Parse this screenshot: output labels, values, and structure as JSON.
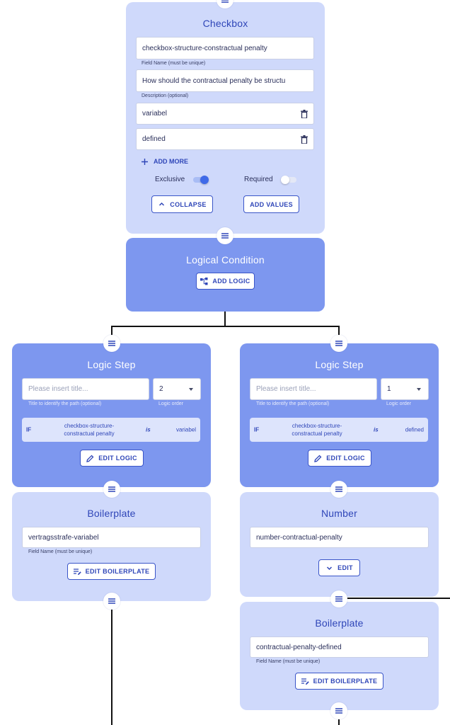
{
  "checkbox_card": {
    "title": "Checkbox",
    "field_name_value": "checkbox-structure-constractual penalty",
    "field_name_helper": "Field Name (must be unique)",
    "description_value": "How should the contractual penalty be structu",
    "description_helper": "Description (optional)",
    "values": [
      "variabel",
      "defined"
    ],
    "add_more_label": "ADD MORE",
    "exclusive_label": "Exclusive",
    "exclusive_on": true,
    "required_label": "Required",
    "required_on": false,
    "collapse_label": "COLLAPSE",
    "add_values_label": "ADD VALUES"
  },
  "logical_condition": {
    "title": "Logical Condition",
    "add_logic_label": "ADD LOGIC"
  },
  "logic_steps": [
    {
      "title": "Logic Step",
      "title_placeholder": "Please insert title...",
      "title_helper": "Title to identify the path (optional)",
      "order_value": "2",
      "order_helper": "Logic order",
      "if_label": "IF",
      "condition_variable_line1": "checkbox-structure-",
      "condition_variable_line2": "constractual penalty",
      "condition_operator": "is",
      "condition_value": "variabel",
      "edit_logic_label": "EDIT LOGIC"
    },
    {
      "title": "Logic Step",
      "title_placeholder": "Please insert title...",
      "title_helper": "Title to identify the path (optional)",
      "order_value": "1",
      "order_helper": "Logic order",
      "if_label": "IF",
      "condition_variable_line1": "checkbox-structure-",
      "condition_variable_line2": "constractual penalty",
      "condition_operator": "is",
      "condition_value": "defined",
      "edit_logic_label": "EDIT LOGIC"
    }
  ],
  "boilerplate_left": {
    "title": "Boilerplate",
    "field_name_value": "vertragsstrafe-variabel",
    "field_name_helper": "Field Name (must be unique)",
    "edit_label": "EDIT BOILERPLATE"
  },
  "number_card": {
    "title": "Number",
    "field_name_value": "number-contractual-penalty",
    "edit_label": "EDIT"
  },
  "boilerplate_right": {
    "title": "Boilerplate",
    "field_name_value": "contractual-penalty-defined",
    "field_name_helper": "Field Name (must be unique)",
    "edit_label": "EDIT BOILERPLATE"
  }
}
